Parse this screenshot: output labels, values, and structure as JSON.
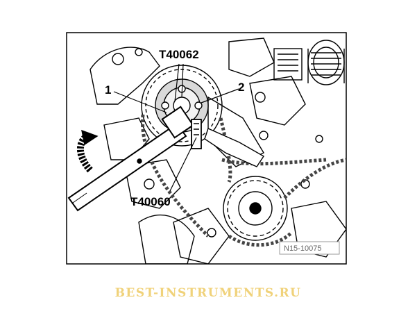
{
  "callouts": {
    "tool_top": "T40062",
    "tool_bottom": "T40060",
    "item_1": "1",
    "item_2": "2"
  },
  "stamp": "N15-10075",
  "watermark": "BEST-INSTRUMENTS.RU",
  "colors": {
    "line": "#000000",
    "frame": "#000000",
    "watermark": "#f0d27a"
  }
}
